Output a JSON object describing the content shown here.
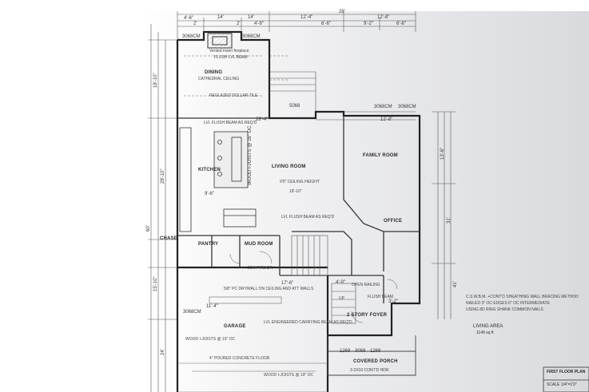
{
  "rooms": {
    "dining": "DINING",
    "dining_sub": "CATHEDRAL CEILING",
    "fireplace_note": "Vented insert fireplace",
    "beam_note_top": "FLUSH LVL BEAM",
    "dining_note2": "REGLAZED DOLLAR TILE",
    "living": "LIVING ROOM",
    "living_ceiling": "9'0\" CEILING HEIGHT",
    "living_dim": "18'-10\"",
    "family": "FAMILY ROOM",
    "kitchen": "KITCHEN",
    "office": "OFFICE",
    "pantry": "PANTRY",
    "mud": "MUD ROOM",
    "chase": "CHASE",
    "garage": "GARAGE",
    "garage_drywall": "5/8\" PC DRYWALL ON CEILING AND ATT WALLS",
    "garage_joists": "WOOD I-JOISTS @ 19\" OC",
    "garage_joists2": "WOOD I-JOISTS @ 19\" OC",
    "garage_floor": "4\" POURED CONCRETE FLOOR",
    "lvl_beam": "LVL ENGINEERED CARRYING BEAM AS REQ'D",
    "foyer": "2 STORY FOYER",
    "covered_porch": "COVERED PORCH",
    "porch_note": "3-2X10 CONT'D HDR",
    "fire_door": "20M FIRE DR",
    "lvl_flush_living": "LVL FLUSH BEAM AS REQ'D",
    "kitchen_beam": "LVL FLUSH BEAM AS REQ'D",
    "kitchen_joists": "WOOD I-JOISTS @ 16\" OC",
    "open_railing": "OPEN RAILING",
    "flush_beam": "FLUSH BEAM",
    "up": "UP"
  },
  "notes": {
    "bracing1": "C.S.W.B.M. +CONT'D SHEATHING WALL BRACING METHOD",
    "bracing2": "NAILED 3\" OC EDGES 6\" OC INTERMEDIATE",
    "bracing3": "USING 8D RING SHANK COMMON NAILS",
    "living_area": "LIVING AREA",
    "living_area_val": "1149 sq ft",
    "title": "FIRST FLOOR PLAN",
    "scale": "SCALE 1/4\"=1'0\""
  },
  "dims": {
    "top_total": "28'",
    "top_a": "14'",
    "top_b": "14'",
    "top_c": "12'-4\"",
    "top_d": "12'-8\"",
    "top_e": "4'-6\"",
    "top_f": "4'-6\"",
    "top_g": "2'",
    "top_h": "2'",
    "top_i": "6'-6\"",
    "top_j": "9'-2\"",
    "top_k": "6'-6\"",
    "mid_a": "28'-4\"",
    "mid_b": "12'-8\"",
    "mid_c": "11'-4\"",
    "left_total": "60'",
    "left_a": "18'-10\"",
    "left_b": "28'-10\"",
    "left_c": "24'",
    "left_d": "15'-10\"",
    "right_total": "41'",
    "right_a": "31'",
    "right_b": "13'-6\"",
    "win_a": "3068CM",
    "win_b": "3068CM",
    "win_c": "3068CM",
    "win_d": "3068CM",
    "win_e": "3068CM",
    "door_a": "1268",
    "door_b": "3068",
    "door_c": "1268",
    "slider": "5068",
    "kitchen_dim": "9'-6\"",
    "foyer_dim": "4'-9\"",
    "garage_dim": "17'-6\"",
    "office_dim": "3'-2\""
  }
}
